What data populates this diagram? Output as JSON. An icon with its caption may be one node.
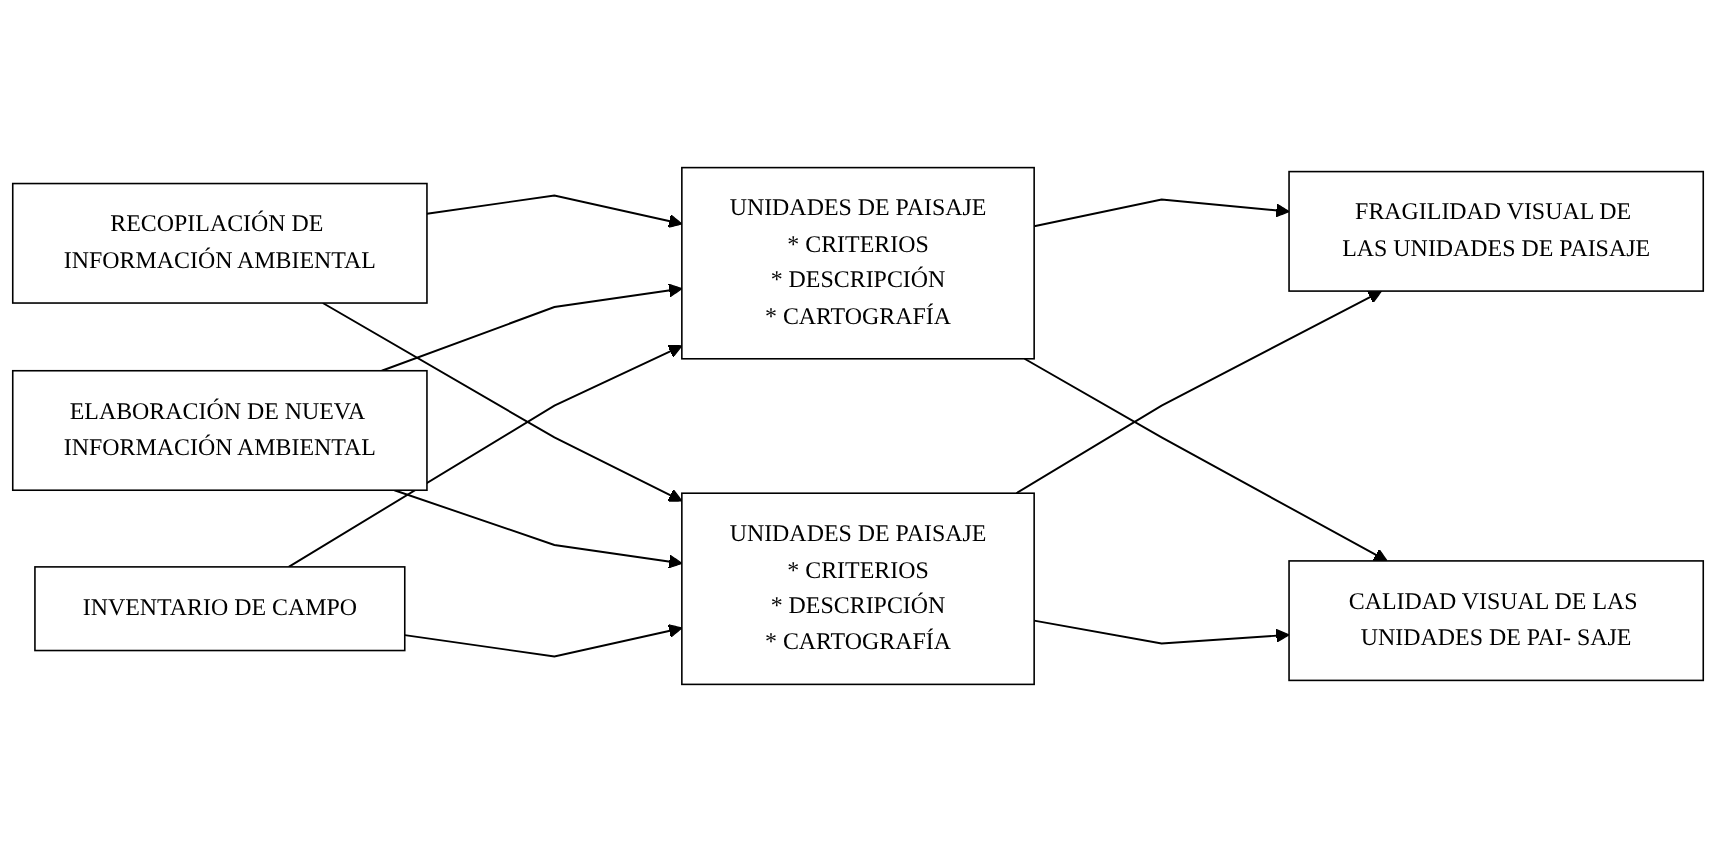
{
  "diagram": {
    "nodes": [
      {
        "text": [
          "RECOPILACIÓN DE INFORMACIÓN AMBIENTAL"
        ]
      },
      {
        "text": [
          "ELABORACIÓN DE NUEVA INFORMACIÓN AMBIENTAL"
        ]
      },
      {
        "text": [
          "INVENTARIO DE CAMPO"
        ]
      },
      {
        "text": [
          "UNIDADES DE PAISAJE",
          "* CRITERIOS",
          "* DESCRIPCIÓN",
          "* CARTOGRAFÍA"
        ]
      },
      {
        "text": [
          "UNIDADES DE PAISAJE",
          "* CRITERIOS",
          "* DESCRIPCIÓN",
          "* CARTOGRAFÍA"
        ]
      },
      {
        "text": [
          "FRAGILIDAD VISUAL DE LAS UNIDADES DE PAISAJE"
        ]
      },
      {
        "text": [
          "CALIDAD VISUAL DE LAS UNIDADES DE PAI- SAJE"
        ]
      }
    ],
    "edges": [
      {
        "from": 0,
        "to": 3,
        "arrow": "to"
      },
      {
        "from": 0,
        "to": 4,
        "arrow": "to"
      },
      {
        "from": 1,
        "to": 3,
        "arrow": "to"
      },
      {
        "from": 1,
        "to": 4,
        "arrow": "to"
      },
      {
        "from": 2,
        "to": 3,
        "arrow": "to"
      },
      {
        "from": 2,
        "to": 4,
        "arrow": "to"
      },
      {
        "from": 3,
        "to": 5,
        "arrow": "to"
      },
      {
        "from": 3,
        "to": 6,
        "arrow": "to"
      },
      {
        "from": 4,
        "to": 5,
        "arrow": "to"
      },
      {
        "from": 4,
        "to": 6,
        "arrow": "to"
      }
    ]
  }
}
